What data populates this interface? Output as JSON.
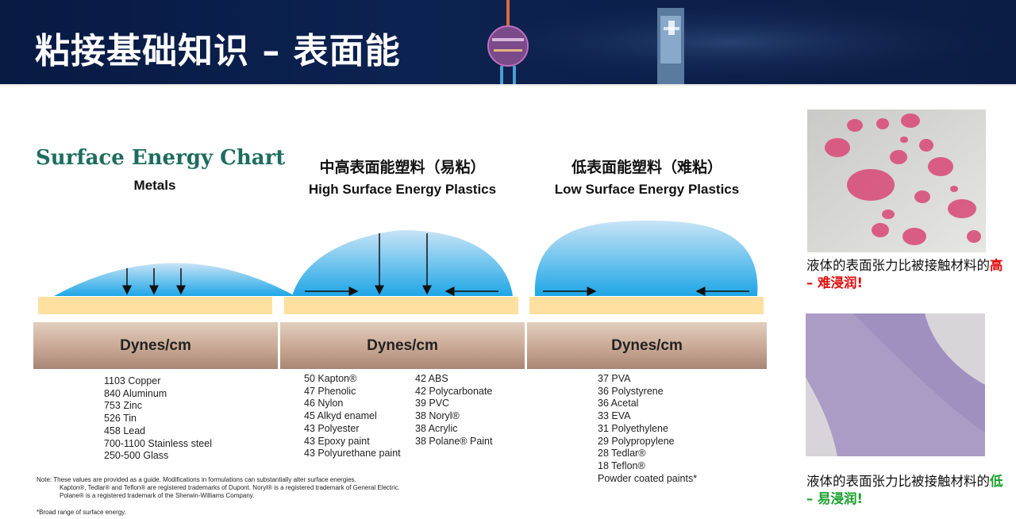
{
  "header": {
    "title": "粘接基础知识 – 表面能"
  },
  "chart": {
    "title": "Surface Energy Chart",
    "columns": [
      {
        "zh": "",
        "en": "Metals",
        "dyne_label": "Dynes/cm",
        "items": [
          "1103 Copper",
          "840 Aluminum",
          "753 Zinc",
          "526 Tin",
          "458 Lead",
          "700-1100 Stainless steel",
          "250-500 Glass"
        ]
      },
      {
        "zh": "中高表面能塑料（易粘）",
        "en": "High Surface Energy Plastics",
        "dyne_label": "Dynes/cm",
        "items_left": [
          "50 Kapton®",
          "47 Phenolic",
          "46 Nylon",
          "45 Alkyd enamel",
          "43 Polyester",
          "43 Epoxy paint",
          "43 Polyurethane paint"
        ],
        "items_right": [
          "42 ABS",
          "42 Polycarbonate",
          "39 PVC",
          "38 Noryl®",
          "38 Acrylic",
          "38 Polane® Paint"
        ]
      },
      {
        "zh": "低表面能塑料（难粘）",
        "en": "Low Surface Energy Plastics",
        "dyne_label": "Dynes/cm",
        "items": [
          "37 PVA",
          "36 Polystyrene",
          "36 Acetal",
          "33 EVA",
          "31 Polyethylene",
          "29 Polypropylene",
          "28 Tedlar®",
          "18 Teflon®",
          "Powder coated paints*"
        ]
      }
    ],
    "note_lines": [
      "Note:   These values are provided as a guide. Modifications in formulations can substantially alter surface energies.",
      "Kapton®, Tedlar® and Teflon® are registered trademarks of Dupont. Noryl® is a registered trademark of General Electric.",
      "Polane® is a registered trademark of the Sherwin-Williams Company."
    ],
    "footnote": "*Broad range of surface energy."
  },
  "photos": [
    {
      "caption_prefix": "液体的表面张力比被接触材料的",
      "caption_highlight": "高 – 难浸润!"
    },
    {
      "caption_prefix": "液体的表面张力比被接触材料的",
      "caption_highlight": "低 – 易浸润!"
    }
  ],
  "colors": {
    "chart_title": "#1d6d5e",
    "substrate": "#fde0a0",
    "drop_top": "#c8e4f6",
    "drop_bottom": "#1ea6e6",
    "dyne_box": "#c8a894",
    "highlight_red": "#e01010",
    "highlight_green": "#1aa02c"
  }
}
